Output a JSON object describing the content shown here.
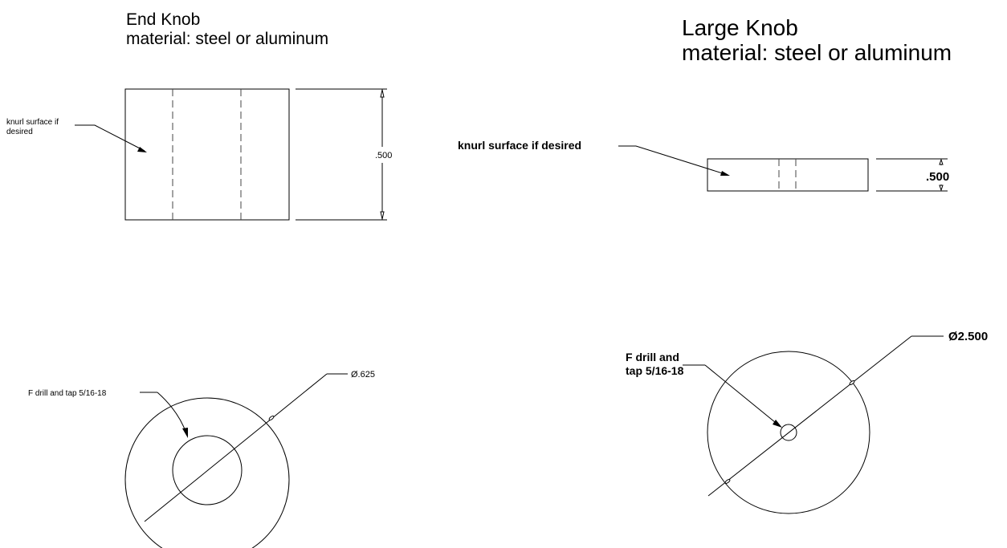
{
  "end_knob": {
    "title": "End Knob",
    "material": "material: steel or aluminum",
    "knurl_note": [
      "knurl surface if",
      "desired"
    ],
    "height_dim": ".500",
    "drill_note": "F drill and tap 5/16-18",
    "diameter_dim": "Ø.625"
  },
  "large_knob": {
    "title": "Large Knob",
    "material": "material: steel or aluminum",
    "knurl_note": "knurl surface if desired",
    "height_dim": ".500",
    "drill_note": [
      "F drill and",
      "tap 5/16-18"
    ],
    "diameter_dim": "Ø2.500"
  },
  "colors": {
    "line": "#000000",
    "hidden_line": "#444444",
    "background": "#ffffff"
  }
}
